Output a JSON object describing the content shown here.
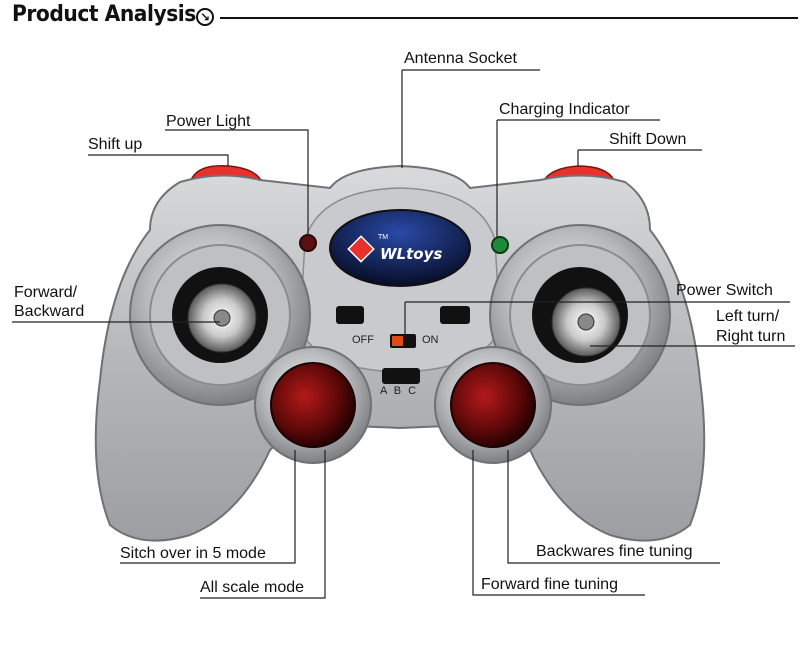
{
  "header": {
    "title": "Product Analysis",
    "icon": "circle-arrow-down-right-icon"
  },
  "labels": {
    "antenna_socket": "Antenna Socket",
    "power_light": "Power Light",
    "charging_indicator": "Charging Indicator",
    "shift_up": "Shift up",
    "shift_down": "Shift Down",
    "forward_backward_1": "Forward/",
    "forward_backward_2": "Backward",
    "power_switch": "Power Switch",
    "left_right_turn_1": "Left turn/",
    "left_right_turn_2": "Right turn",
    "switch_over_5_mode": "Sitch over in 5 mode",
    "all_scale_mode": "All scale mode",
    "backwards_fine_tuning": "Backwares fine tuning",
    "forward_fine_tuning": "Forward fine tuning"
  },
  "controller": {
    "brand": "WLtoys",
    "trademark": "TM",
    "switch_off": "OFF",
    "switch_on": "ON",
    "mode_letters": "A B C",
    "colors": {
      "body": "#b9babd",
      "body_dark": "#8e9094",
      "shoulder": "#e8312a",
      "power_light": "#7a1a1a",
      "charging_light": "#1f8a3a",
      "display": "#0e1a44",
      "fine_tune_buttons": "#6b0c0c",
      "switch": "#e04a1a"
    }
  }
}
